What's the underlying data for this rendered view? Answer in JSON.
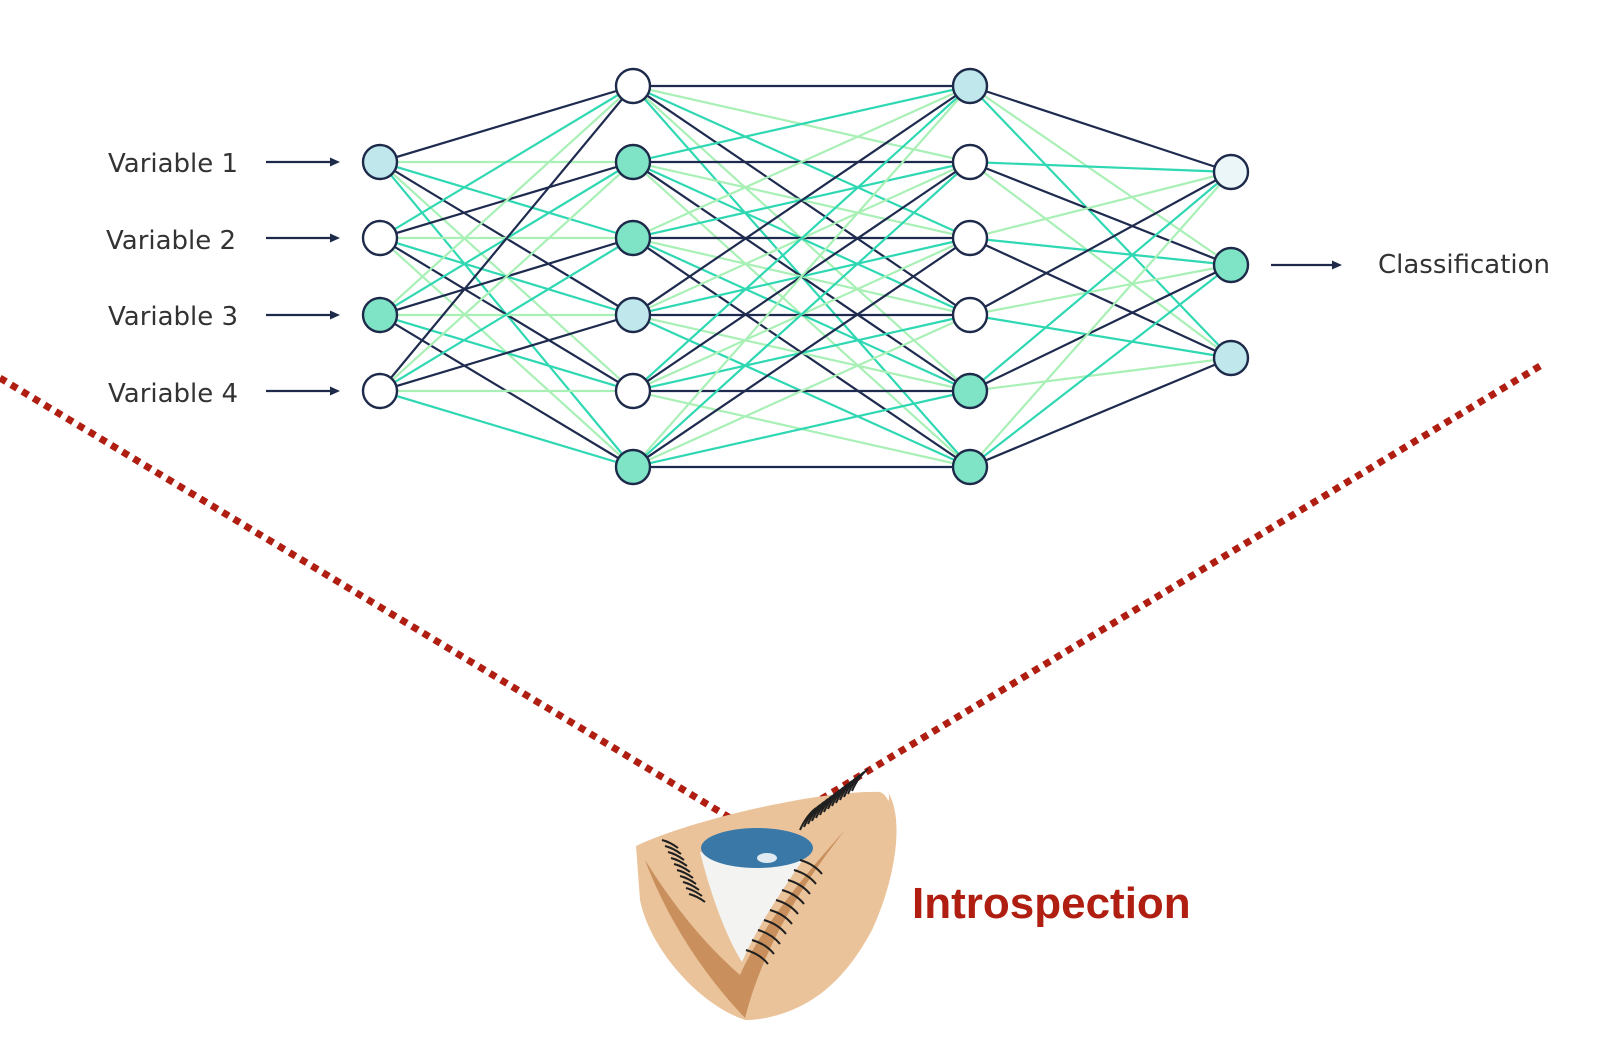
{
  "diagram": {
    "inputs": [
      "Variable 1",
      "Variable 2",
      "Variable 3",
      "Variable 4"
    ],
    "output": "Classification",
    "caption": "Introspection"
  },
  "network": {
    "layers": [
      [
        "light-blue",
        "white",
        "teal",
        "white"
      ],
      [
        "white",
        "teal",
        "teal",
        "light-blue",
        "white",
        "teal"
      ],
      [
        "light-blue",
        "white",
        "white",
        "white",
        "teal",
        "teal"
      ],
      [
        "pale",
        "teal",
        "light-blue"
      ]
    ]
  },
  "colors": {
    "node_fill": {
      "white": "#ffffff",
      "teal": "#7fe3c6",
      "light-blue": "#bfe7ec",
      "pale": "#eaf6f7"
    },
    "node_stroke": "#1d2a4a",
    "edge_dark": "#1e2b4f",
    "edge_teal": "#2fd8b2",
    "edge_light": "#a9f0b6",
    "arrow": "#1d2a4a",
    "dotted_line": "#b01e12",
    "caption": "#b01e12",
    "skin_light": "#eac39a",
    "skin_shadow": "#c98f5d",
    "iris": "#3a78a8",
    "sclera": "#f3f3f1",
    "lashes": "#1f1f1f"
  },
  "icons": {
    "eye": "eye-illustration"
  }
}
